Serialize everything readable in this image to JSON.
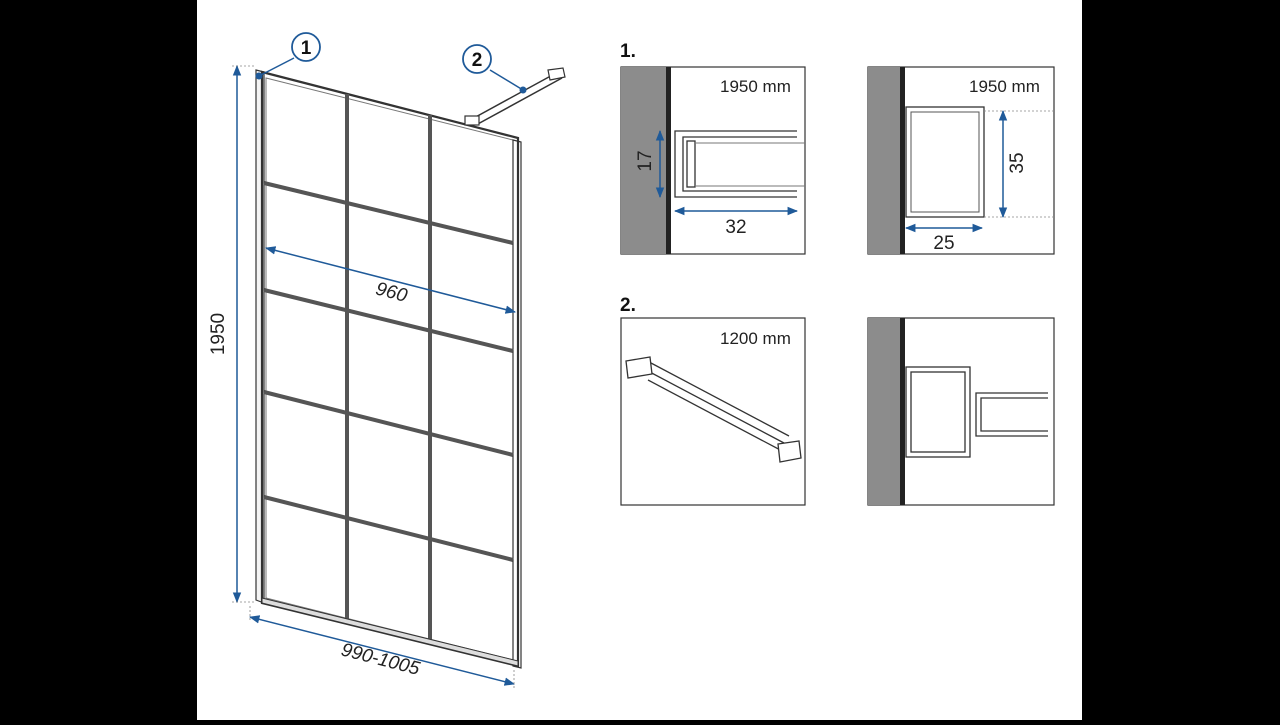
{
  "callouts": {
    "one": "1",
    "two": "2"
  },
  "main_dims": {
    "height": "1950",
    "inner_width": "960",
    "total_width": "990-1005"
  },
  "sections": {
    "first": "1.",
    "second": "2."
  },
  "detail_a": {
    "length": "1950 mm",
    "height": "17",
    "width": "32"
  },
  "detail_b": {
    "length": "1950 mm",
    "height": "35",
    "width": "25"
  },
  "detail_c": {
    "length": "1200 mm"
  },
  "colors": {
    "dimension": "#1f5a99",
    "wall": "#8c8c8c",
    "frame": "#333333"
  }
}
